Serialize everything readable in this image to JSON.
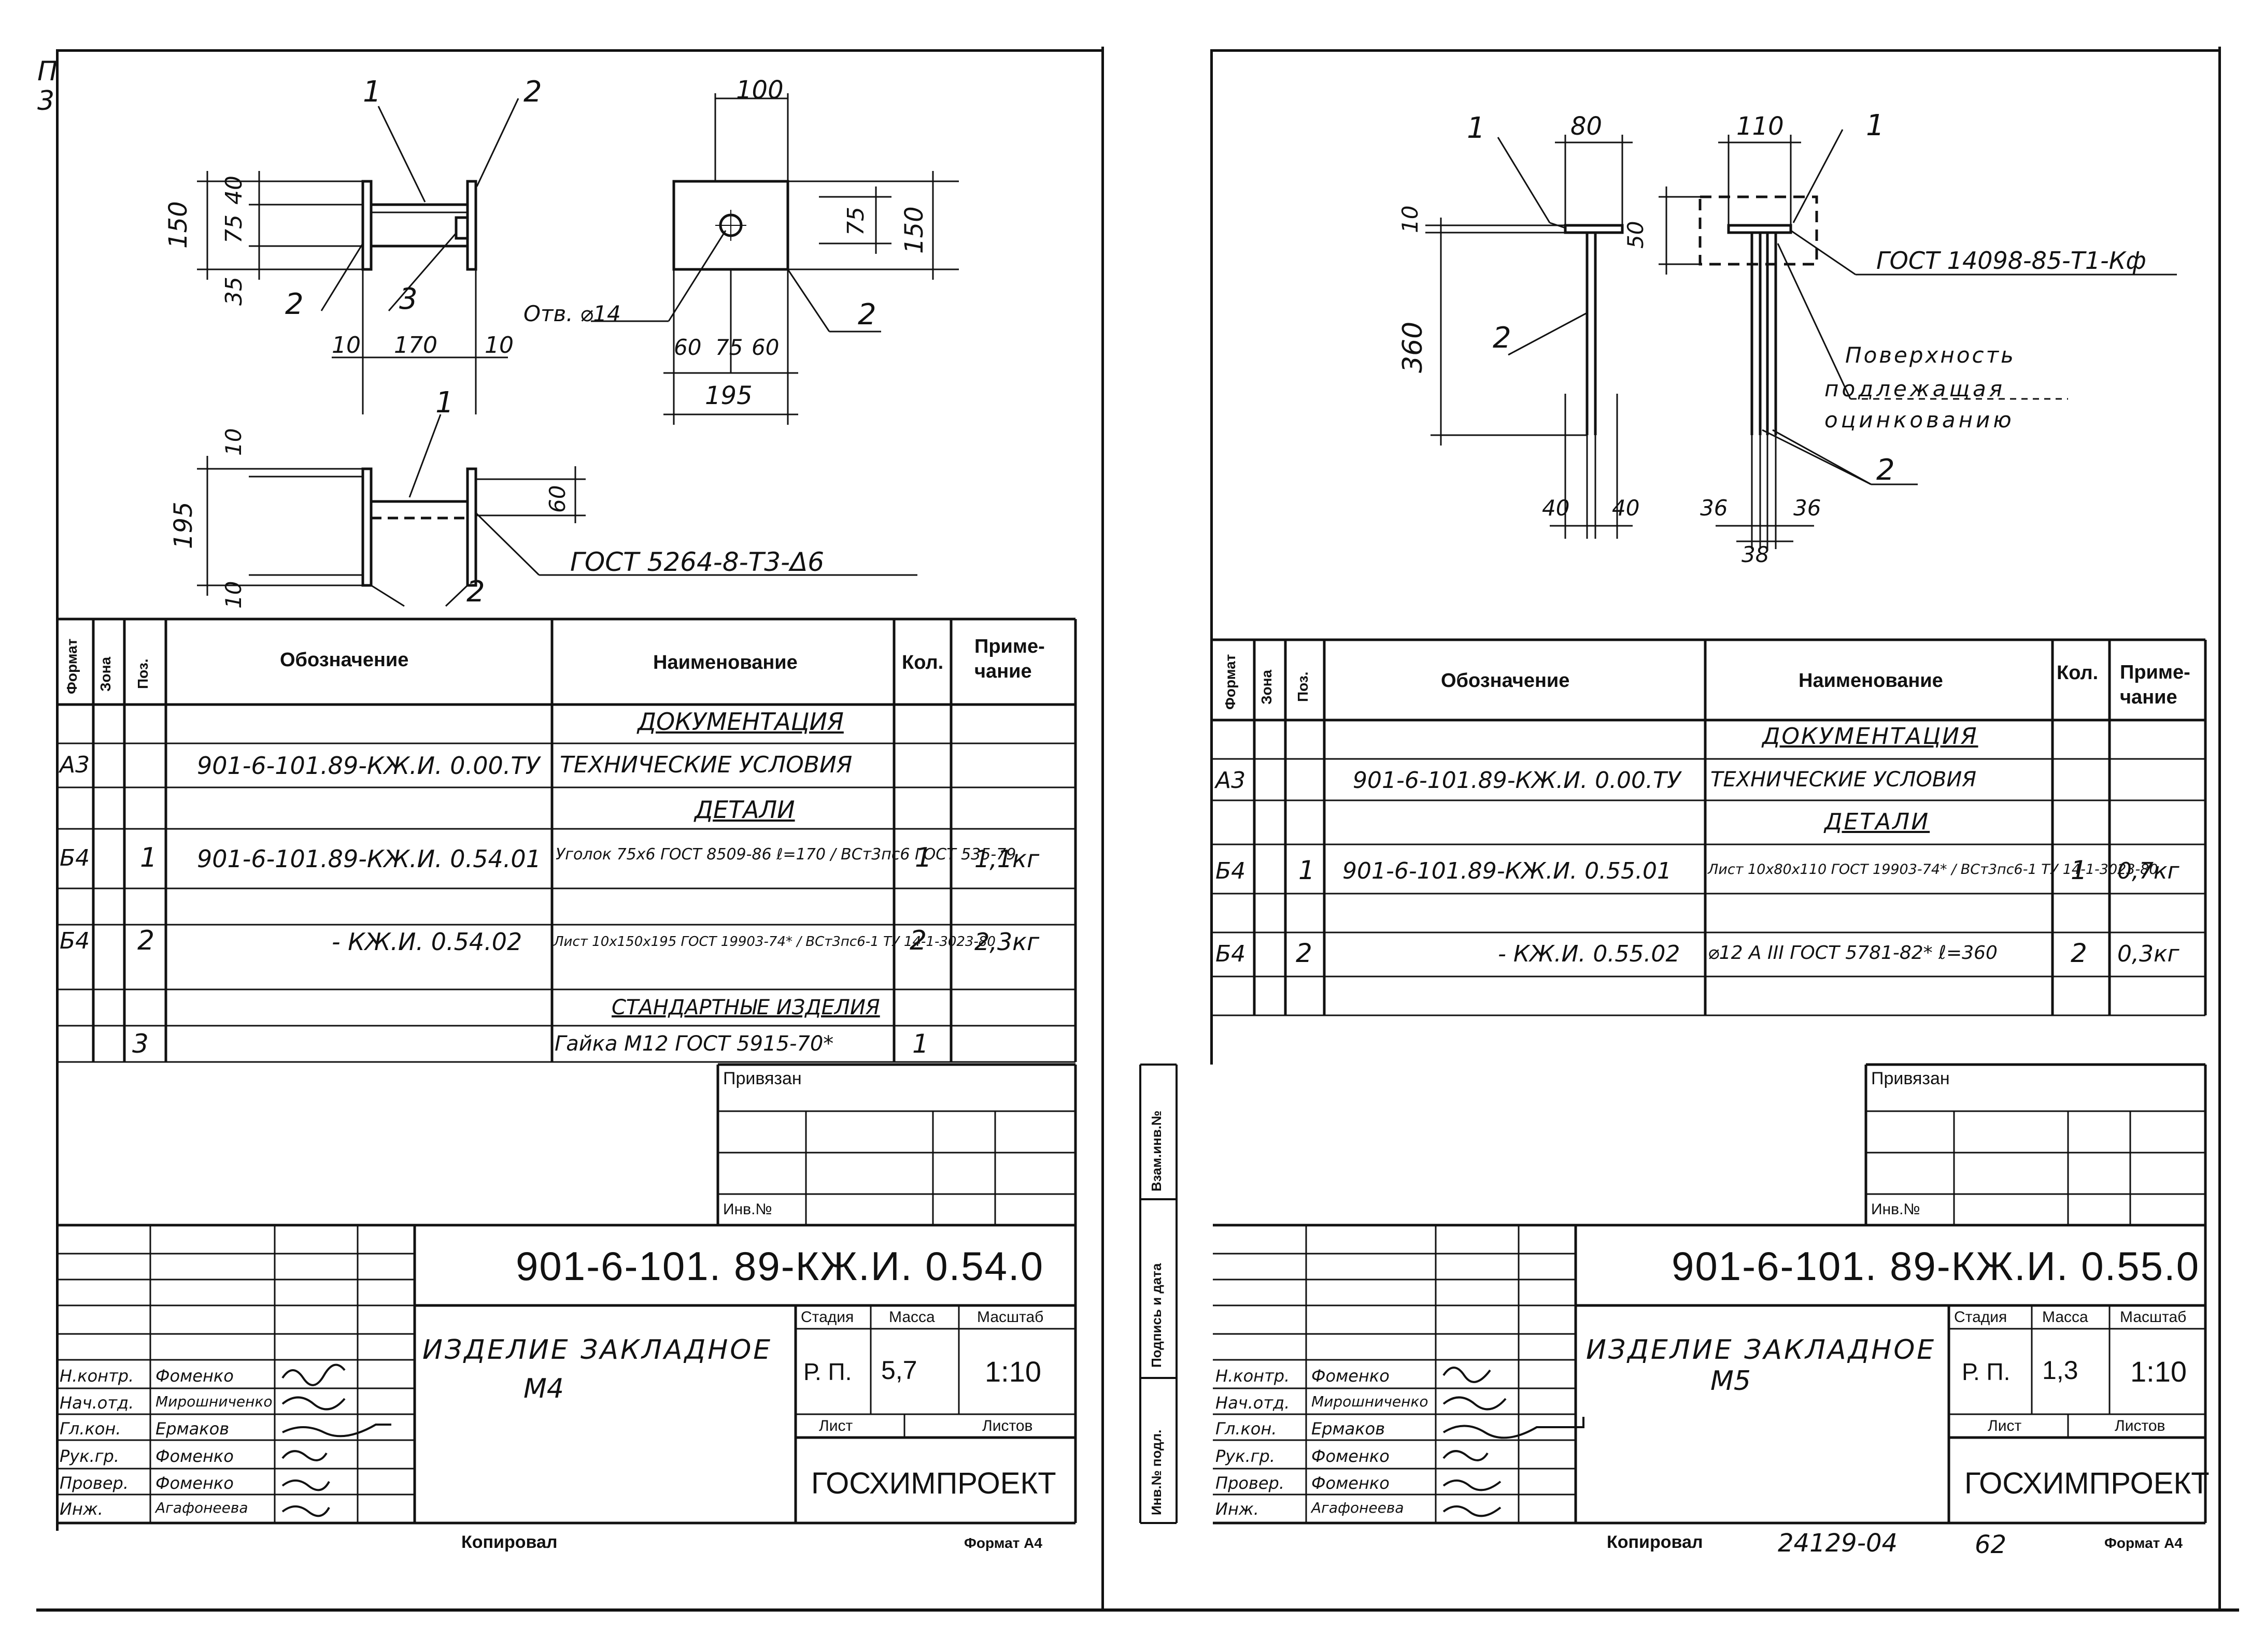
{
  "margin_mark": "П\n3",
  "footer_left": {
    "copied": "Копировал",
    "format": "Формат А4"
  },
  "footer_right": {
    "copied": "Копировал",
    "order": "24129-04",
    "page": "62",
    "format": "Формат А4"
  },
  "left_sheet": {
    "drawing": {
      "labels": {
        "pos1a": "1",
        "pos2a": "2",
        "pos3": "3",
        "pos2b": "2",
        "pos2c": "2",
        "pos1b": "1",
        "pos2d": "2",
        "d150a": "150",
        "d75": "75",
        "d40": "40",
        "d35": "35",
        "d10a": "10",
        "d170": "170",
        "d10b": "10",
        "d100": "100",
        "d75b": "75",
        "d150b": "150",
        "d60a": "60",
        "d75c": "75",
        "d60b": "60",
        "d195a": "195",
        "hole": "Отв. ⌀14",
        "d10c": "10",
        "d195b": "195",
        "d10d": "10",
        "d60c": "60",
        "weld": "ГОСТ 5264-8-Т3-Δ6"
      }
    },
    "spec": {
      "headers": {
        "format": "Формат",
        "zone": "Зона",
        "pos": "Поз.",
        "designation": "Обозначение",
        "name": "Наименование",
        "qty": "Кол.",
        "note": "Приме-\nчание"
      },
      "rows": [
        {
          "format": "",
          "pos": "",
          "designation": "",
          "name": "ДОКУМЕНТАЦИЯ",
          "qty": "",
          "note": "",
          "section": true
        },
        {
          "format": "А3",
          "pos": "",
          "designation": "901-6-101.89-КЖ.И. 0.00.ТУ",
          "name": "ТЕХНИЧЕСКИЕ УСЛОВИЯ",
          "qty": "",
          "note": ""
        },
        {
          "format": "",
          "pos": "",
          "designation": "",
          "name": "ДЕТАЛИ",
          "qty": "",
          "note": "",
          "section": true
        },
        {
          "format": "Б4",
          "pos": "1",
          "designation": "901-6-101.89-КЖ.И. 0.54.01",
          "name": "Уголок 75х6 ГОСТ 8509-86 ℓ=170 / ВСт3пс6 ГОСТ 535-79",
          "qty": "1",
          "note": "1,1кг"
        },
        {
          "format": "Б4",
          "pos": "2",
          "designation": "- КЖ.И. 0.54.02",
          "name": "Лист 10х150х195 ГОСТ 19903-74* / ВСт3пс6-1 ТУ 14-1-3023-80",
          "qty": "2",
          "note": "2,3кг"
        },
        {
          "format": "",
          "pos": "",
          "designation": "",
          "name": "СТАНДАРТНЫЕ ИЗДЕЛИЯ",
          "qty": "",
          "note": "",
          "section": true
        },
        {
          "format": "",
          "pos": "3",
          "designation": "",
          "name": "Гайка М12 ГОСТ 5915-70*",
          "qty": "1",
          "note": ""
        }
      ]
    },
    "title_block": {
      "bound": "Привязан",
      "inv": "Инв.№",
      "code": "901-6-101. 89-КЖ.И. 0.54.0",
      "title_line1": "ИЗДЕЛИЕ ЗАКЛАДНОЕ",
      "title_line2": "М4",
      "stage_label": "Стадия",
      "mass_label": "Масса",
      "scale_label": "Масштаб",
      "stage": "Р. П.",
      "mass": "5,7",
      "scale": "1:10",
      "sheet_label": "Лист",
      "sheets_label": "Листов",
      "org": "ГОСХИМПРОЕКТ",
      "signers": [
        {
          "role": "Н.контр.",
          "name": "Фоменко"
        },
        {
          "role": "Нач.отд.",
          "name": "Мирошниченко"
        },
        {
          "role": "Гл.кон.",
          "name": "Ермаков"
        },
        {
          "role": "Рук.гр.",
          "name": "Фоменко"
        },
        {
          "role": "Провер.",
          "name": "Фоменко"
        },
        {
          "role": "Инж.",
          "name": "Агафонеева"
        }
      ]
    }
  },
  "right_sheet": {
    "drawing": {
      "labels": {
        "pos1a": "1",
        "d80": "80",
        "d110": "110",
        "pos1b": "1",
        "d10": "10",
        "d50": "50",
        "d360": "360",
        "pos2a": "2",
        "weld": "ГОСТ 14098-85-Т1-Кф",
        "surface1": "Поверхность",
        "surface2": "подлежащая",
        "surface3": "оцинкованию",
        "pos2b": "2",
        "d40a": "40",
        "d40b": "40",
        "d36a": "36",
        "d36b": "36",
        "d38": "38"
      }
    },
    "side_labels": {
      "swap": "Взам.инв.№",
      "sign_date": "Подпись и дата",
      "inv_orig": "Инв.№ подл."
    },
    "spec": {
      "headers": {
        "format": "Формат",
        "zone": "Зона",
        "pos": "Поз.",
        "designation": "Обозначение",
        "name": "Наименование",
        "qty": "Кол.",
        "note": "Приме-\nчание"
      },
      "rows": [
        {
          "format": "",
          "pos": "",
          "designation": "",
          "name": "ДОКУМЕНТАЦИЯ",
          "qty": "",
          "note": "",
          "section": true
        },
        {
          "format": "А3",
          "pos": "",
          "designation": "901-6-101.89-КЖ.И. 0.00.ТУ",
          "name": "ТЕХНИЧЕСКИЕ УСЛОВИЯ",
          "qty": "",
          "note": ""
        },
        {
          "format": "",
          "pos": "",
          "designation": "",
          "name": "ДЕТАЛИ",
          "qty": "",
          "note": "",
          "section": true
        },
        {
          "format": "Б4",
          "pos": "1",
          "designation": "901-6-101.89-КЖ.И. 0.55.01",
          "name": "Лист 10х80х110 ГОСТ 19903-74* / ВСт3пс6-1 ТУ 14-1-3023-80",
          "qty": "1",
          "note": "0,7кг"
        },
        {
          "format": "Б4",
          "pos": "2",
          "designation": "- КЖ.И. 0.55.02",
          "name": "⌀12 А III ГОСТ 5781-82* ℓ=360",
          "qty": "2",
          "note": "0,3кг"
        }
      ]
    },
    "title_block": {
      "bound": "Привязан",
      "inv": "Инв.№",
      "code": "901-6-101. 89-КЖ.И. 0.55.0",
      "title_line1": "ИЗДЕЛИЕ ЗАКЛАДНОЕ",
      "title_line2": "М5",
      "stage_label": "Стадия",
      "mass_label": "Масса",
      "scale_label": "Масштаб",
      "stage": "Р. П.",
      "mass": "1,3",
      "scale": "1:10",
      "sheet_label": "Лист",
      "sheets_label": "Листов",
      "org": "ГОСХИМПРОЕКТ",
      "signers": [
        {
          "role": "Н.контр.",
          "name": "Фоменко"
        },
        {
          "role": "Нач.отд.",
          "name": "Мирошниченко"
        },
        {
          "role": "Гл.кон.",
          "name": "Ермаков"
        },
        {
          "role": "Рук.гр.",
          "name": "Фоменко"
        },
        {
          "role": "Провер.",
          "name": "Фоменко"
        },
        {
          "role": "Инж.",
          "name": "Агафонеева"
        }
      ]
    }
  }
}
